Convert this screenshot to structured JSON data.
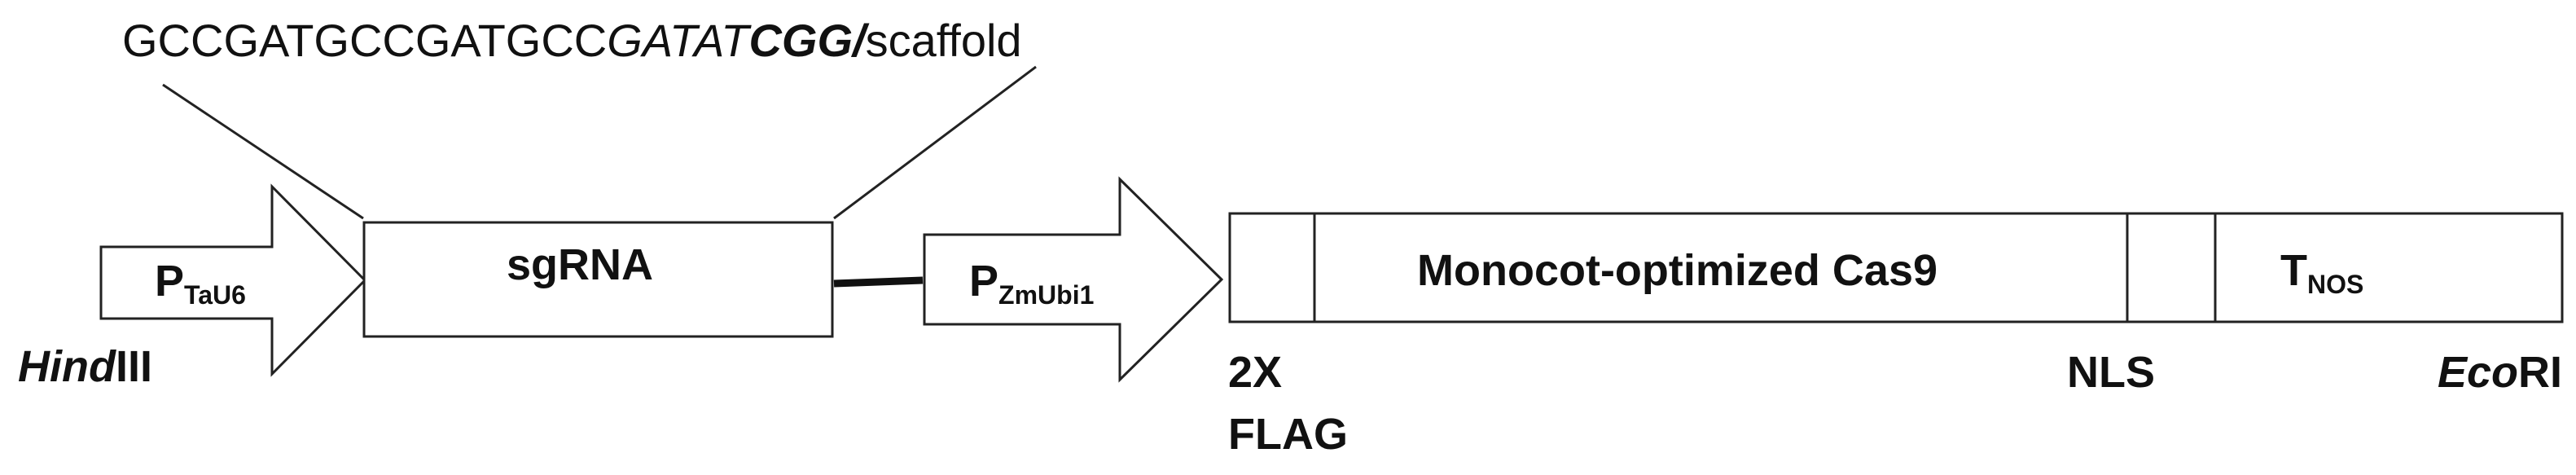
{
  "sequence": {
    "plain": "GCCGATGCCGATGCC",
    "italic": "GATAT",
    "pam": "CGG",
    "slash": "/",
    "tail": "scaffold"
  },
  "elements": {
    "promoter1": {
      "main": "P",
      "sub": "TaU6"
    },
    "sgrna": "sgRNA",
    "promoter2": {
      "main": "P",
      "sub": "ZmUbi1"
    },
    "cas9": "Monocot-optimized Cas9",
    "terminator": {
      "main": "T",
      "sub": "NOS"
    }
  },
  "bottom_labels": {
    "hindiii_italic": "Hind",
    "hindiii_plain": "III",
    "flag_line1": "2X",
    "flag_line2": "FLAG",
    "nls": "NLS",
    "ecori_italic": "Eco",
    "ecori_plain": "RI"
  },
  "colors": {
    "stroke": "#222222",
    "fill": "#ffffff",
    "text": "#111111"
  }
}
